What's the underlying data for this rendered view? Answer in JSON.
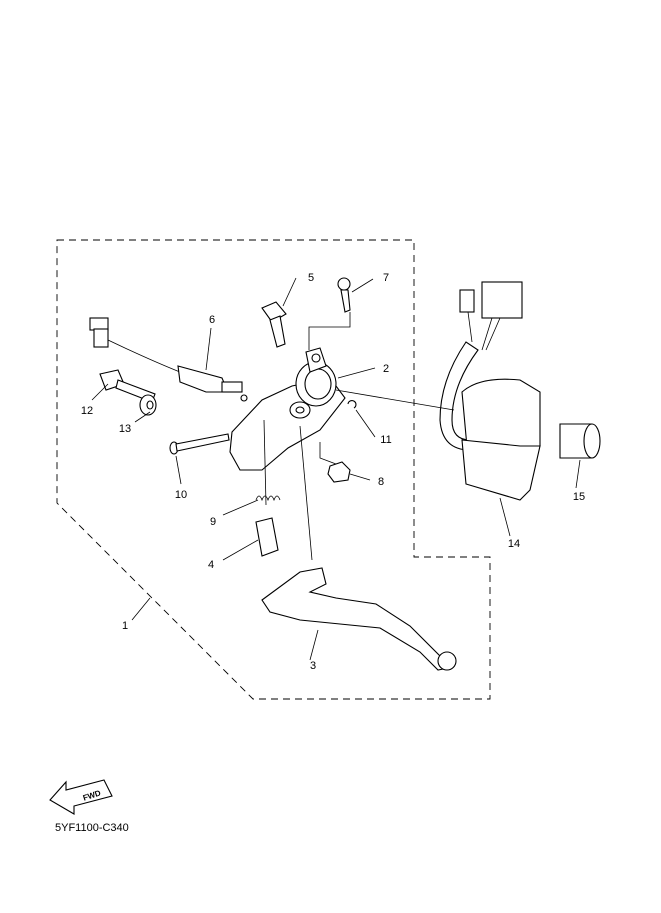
{
  "diagram": {
    "callouts": {
      "c1": "1",
      "c2": "2",
      "c3": "3",
      "c4": "4",
      "c5": "5",
      "c6": "6",
      "c7": "7",
      "c8": "8",
      "c9": "9",
      "c10": "10",
      "c11": "11",
      "c12": "12",
      "c13": "13",
      "c14": "14",
      "c15": "15"
    },
    "fwd_label": "FWD",
    "drawing_code": "5YF1100-C340"
  }
}
